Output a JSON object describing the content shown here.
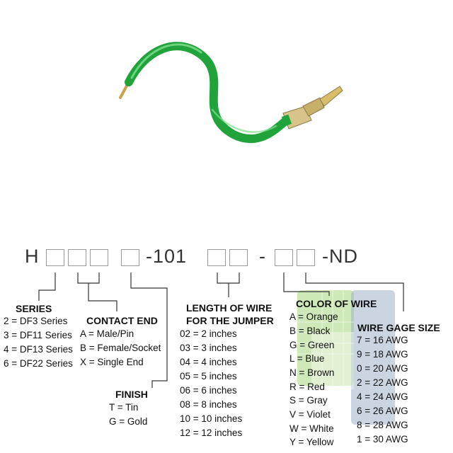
{
  "part_number": {
    "prefix": "H",
    "mid": "-101",
    "dash": "-",
    "suffix": "-ND"
  },
  "series": {
    "title": "SERIES",
    "items": [
      "2 = DF3 Series",
      "3 = DF11 Series",
      "4 = DF13 Series",
      "6 = DF22 Series"
    ]
  },
  "contact_end": {
    "title": "CONTACT END",
    "items": [
      "A = Male/Pin",
      "B = Female/Socket",
      "X = Single End"
    ]
  },
  "finish": {
    "title": "FINISH",
    "items": [
      "T = Tin",
      "G = Gold"
    ]
  },
  "length": {
    "title_line1": "LENGTH OF WIRE",
    "title_line2": "FOR THE JUMPER",
    "items": [
      "02 = 2 inches",
      "03 = 3 inches",
      "04 = 4 inches",
      "05 = 5 inches",
      "06 = 6 inches",
      "08 = 8 inches",
      "10 = 10 inches",
      "12 = 12 inches"
    ]
  },
  "color": {
    "title": "COLOR OF WIRE",
    "items": [
      "A = Orange",
      "B = Black",
      "G = Green",
      "L = Blue",
      "N = Brown",
      "R = Red",
      "S = Gray",
      "V = Violet",
      "W = White",
      "Y = Yellow"
    ]
  },
  "gage": {
    "title": "WIRE GAGE SIZE",
    "items": [
      "7 = 16 AWG",
      "9 = 18 AWG",
      "0 = 20 AWG",
      "2 = 22 AWG",
      "4 = 24 AWG",
      "6 = 26 AWG",
      "8 = 28 AWG",
      "1 = 30 AWG"
    ]
  },
  "colors": {
    "wire": "#1fa33a",
    "wire_highlight": "#7fe08f",
    "watermark_green": "#a8d67c",
    "watermark_blue": "#9fb3c8",
    "box_border": "#9a9a9a",
    "line": "#333333"
  }
}
